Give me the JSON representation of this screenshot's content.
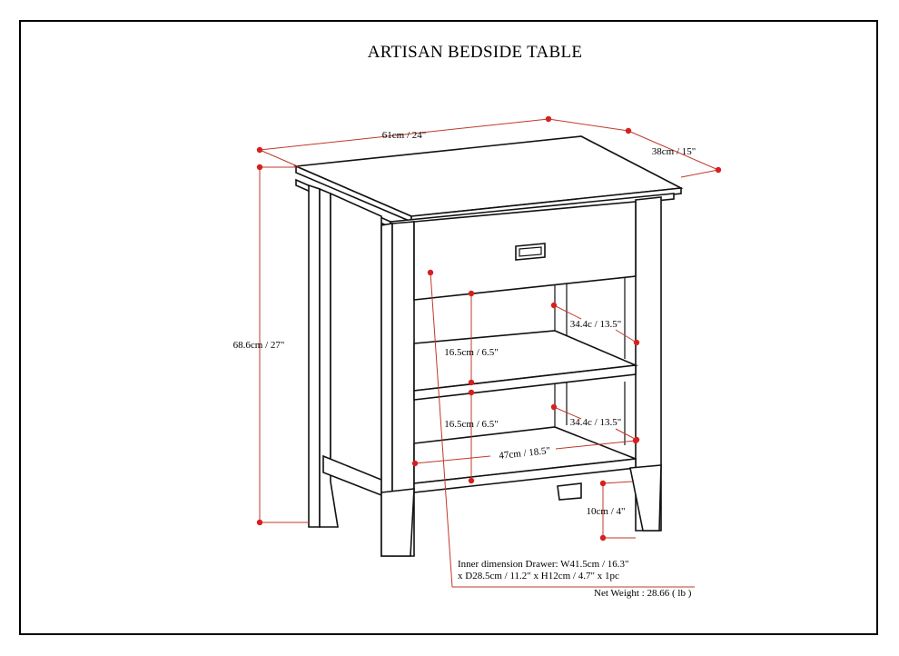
{
  "title": "ARTISAN BEDSIDE TABLE",
  "dimensions": {
    "width": "61cm / 24\"",
    "depth": "38cm / 15\"",
    "height": "68.6cm / 27\"",
    "upper_opening_height": "16.5cm / 6.5\"",
    "upper_shelf_depth": "34.4c / 13.5\"",
    "lower_opening_height": "16.5cm / 6.5\"",
    "lower_shelf_depth": "34.4c / 13.5\"",
    "shelf_width": "47cm / 18.5\"",
    "leg_clearance": "10cm / 4\""
  },
  "notes": {
    "drawer_line1": "Inner dimension Drawer: W41.5cm / 16.3\"",
    "drawer_line2": "x D28.5cm / 11.2\" x H12cm / 4.7\" x 1pc",
    "net_weight": "Net Weight : 28.66 ( lb )"
  },
  "colors": {
    "dimension_marker": "#d62020",
    "dimension_line": "#c0392b",
    "outline": "#111111"
  }
}
